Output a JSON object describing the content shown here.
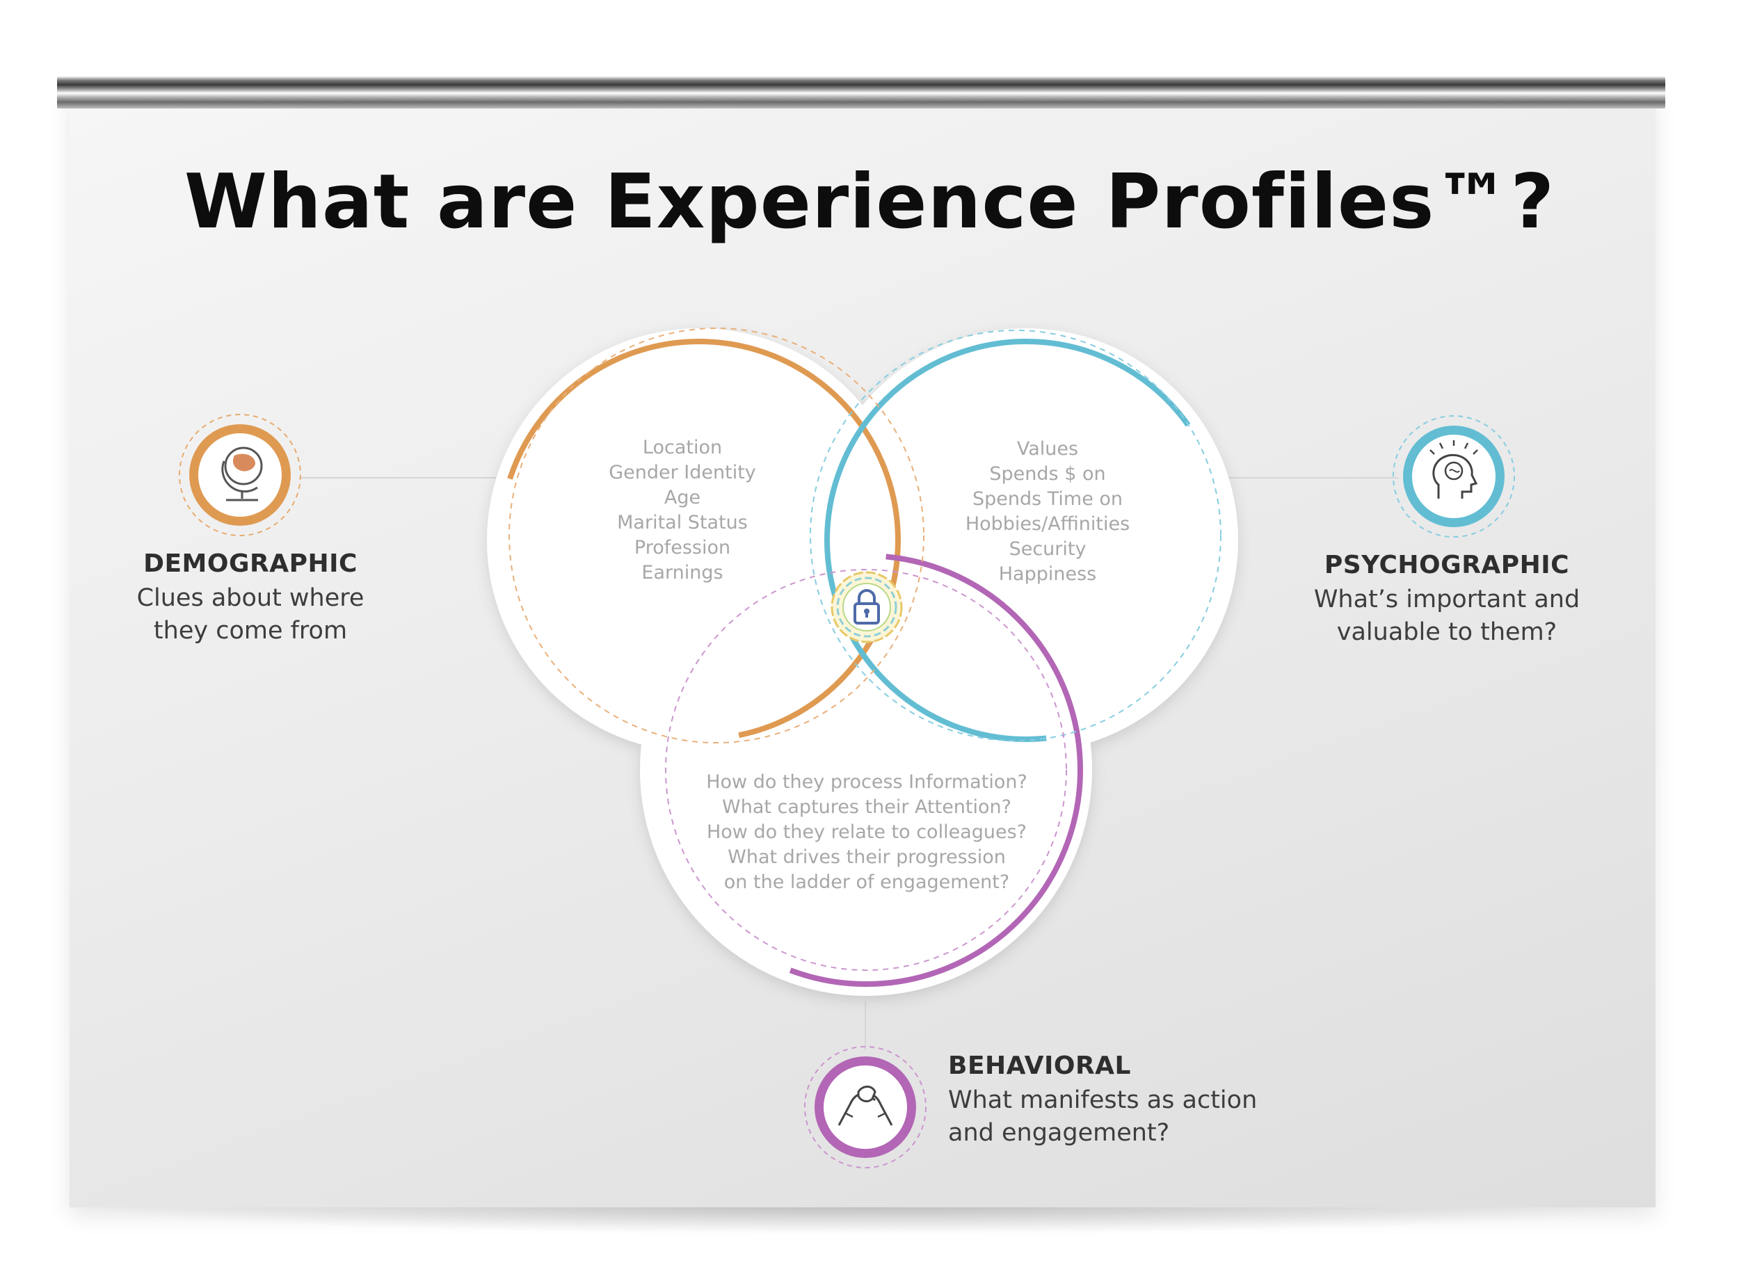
{
  "title": "What are Experience Profiles™?",
  "colors": {
    "demographic": "#df9a52",
    "psychographic": "#62bdd3",
    "behavioral": "#b266b5",
    "center_icon": "#4e6aa8"
  },
  "demographic": {
    "heading": "DEMOGRAPHIC",
    "description": "Clues about where\nthey come from",
    "icon": "globe-icon",
    "items": [
      "Location",
      "Gender Identity",
      "Age",
      "Marital Status",
      "Profession",
      "Earnings"
    ]
  },
  "psychographic": {
    "heading": "PSYCHOGRAPHIC",
    "description": "What’s important and\nvaluable to them?",
    "icon": "brain-head-icon",
    "items": [
      "Values",
      "Spends $ on",
      "Spends Time on",
      "Hobbies/Affinities",
      "Security",
      "Happiness"
    ]
  },
  "behavioral": {
    "heading": "BEHAVIORAL",
    "description": "What manifests as action\nand engagement?",
    "icon": "handshake-icon",
    "items": [
      "How do they process Information?",
      "What captures their Attention?",
      "How do they relate to colleagues?",
      "What drives their progression",
      "on the ladder of engagement?"
    ]
  },
  "center": {
    "icon": "lock-icon"
  }
}
